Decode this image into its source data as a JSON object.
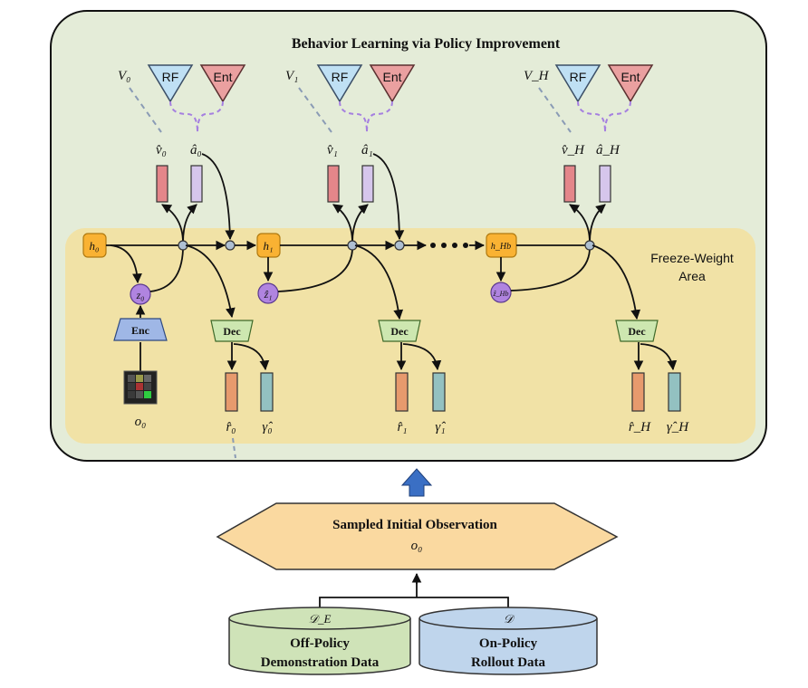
{
  "panel": {
    "title": "Behavior Learning via Policy Improvement",
    "bg": "#e4ecd8",
    "freeze_label": [
      "Freeze-Weight",
      "Area"
    ],
    "freeze_bg": "#f1e2a6"
  },
  "steps": [
    {
      "V": "V₀",
      "v": "v̂₀",
      "a": "â₀",
      "h": "h₀",
      "z": "z₀",
      "r": "r̂₀",
      "g": "γ̂₀"
    },
    {
      "V": "V₁",
      "v": "v̂₁",
      "a": "â₁",
      "h": "h₁",
      "z": "ẑ₁",
      "r": "r̂₁",
      "g": "γ̂₁"
    },
    {
      "V": "V_H",
      "v": "v̂_H",
      "a": "â_H",
      "h": "h_Hb",
      "z": "ẑ_Hb",
      "r": "r̂_H",
      "g": "γ̂_H"
    }
  ],
  "heads": {
    "rf": "RF",
    "ent": "Ent"
  },
  "modules": {
    "enc": "Enc",
    "dec": "Dec"
  },
  "observation_label": "o₀",
  "sampled": {
    "title": "Sampled Initial Observation",
    "sub": "o₀"
  },
  "datasets": [
    {
      "symbol": "𝒟_E",
      "line1": "Off-Policy",
      "line2": "Demonstration Data"
    },
    {
      "symbol": "𝒟",
      "line1": "On-Policy",
      "line2": "Rollout Data"
    }
  ],
  "colors": {
    "h": "#f9b233",
    "z": "#b084e0",
    "rf": "#bfe0f4",
    "ent": "#eaa0a0",
    "v_bar": "#e4868a",
    "a_bar": "#d6c6ec",
    "r_bar": "#e79a6d",
    "g_bar": "#93c1c1",
    "module": "#9fb7e6",
    "dec": "#cde7b0",
    "hex": "#fad9a0",
    "cyl_green": "#cfe3b8",
    "cyl_blue": "#bfd5ec",
    "arrow_up": "#3a6fc4"
  }
}
